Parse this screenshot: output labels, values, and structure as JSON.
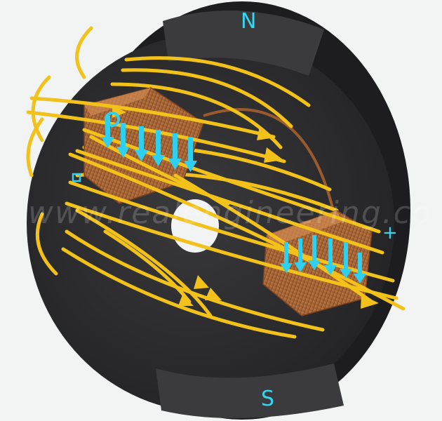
{
  "labels": {
    "north": "N",
    "south": "S",
    "plus": "+",
    "minus": "-",
    "watermark": "www.realengineering.co"
  },
  "colors": {
    "background": "#f2f3f3",
    "stator_face": "#2b2b2d",
    "stator_edge": "#1a1a1c",
    "pole_shoe": "#3a3a3c",
    "field_lines": "#f2c11a",
    "field_line_dark": "#d9a100",
    "coil_copper": "#b8703c",
    "coil_copper_dark": "#8a4f28",
    "current_arrows": "#2fd0ef",
    "pole_labels": "#35d5f0"
  },
  "icons": {
    "field_arrow": "arrowhead-icon",
    "current_arrow": "down-arrow-icon"
  }
}
